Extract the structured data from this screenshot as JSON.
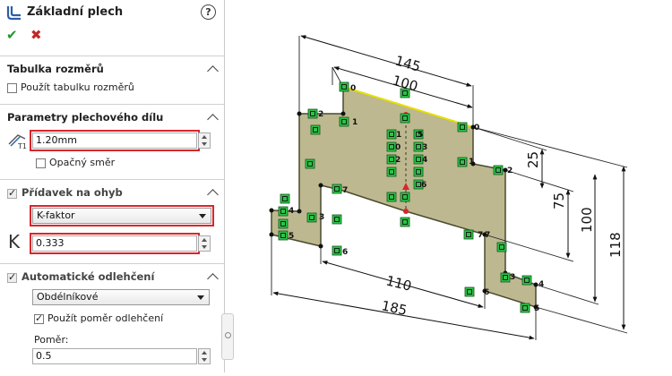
{
  "panel": {
    "title": "Základní plech",
    "help_icon": "help-icon",
    "ok_icon": "checkmark-icon",
    "cancel_icon": "close-icon",
    "sections": {
      "gauge": {
        "title": "Tabulka rozměrů",
        "checkbox_label": "Použít tabulku rozměrů"
      },
      "params": {
        "title": "Parametry plechového dílu",
        "thickness": "1.20mm",
        "reverse_label": "Opačný směr"
      },
      "bend": {
        "title": "Přídavek na ohyb",
        "type": "K-faktor",
        "k_symbol": "K",
        "k_value": "0.333"
      },
      "relief": {
        "title": "Automatické odlehčení",
        "type": "Obdélníkové",
        "ratio_checkbox": "Použít poměr odlehčení",
        "ratio_label": "Poměr:",
        "ratio_value": "0.5"
      }
    }
  },
  "drawing": {
    "dimensions": {
      "d145": "145",
      "d100_top": "100",
      "d25": "25",
      "d75": "75",
      "d100_right": "100",
      "d118": "118",
      "d110": "110",
      "d185": "185"
    },
    "point_labels": [
      "0",
      "2",
      "1",
      "0",
      "1",
      "2",
      "7",
      "3",
      "4",
      "5",
      "6",
      "7",
      "5",
      "1",
      "0",
      "2",
      "3",
      "4",
      "6",
      "7",
      "3",
      "4",
      "6",
      "5"
    ],
    "colors": {
      "plate": "#bdb88f",
      "plate_edge": "#5a5a3a",
      "marker": "#2ec24a",
      "accent": "#d9262b"
    }
  }
}
